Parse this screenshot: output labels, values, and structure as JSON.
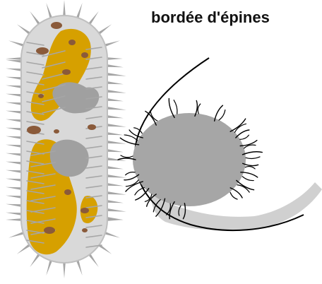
{
  "caption": "bordée d'épines",
  "colors": {
    "cell_body": "#d9d9d9",
    "cell_outline": "#bfbfbf",
    "spine": "#a6a6a6",
    "gold_region": "#d6a000",
    "grey_region": "#a0a0a0",
    "granule": "#8a5a3a",
    "round_body": "#a6a6a6",
    "outline": "#000000",
    "light_band": "#d0d0d0"
  },
  "icons": {
    "left_figure": "spiny-cell-illustration",
    "right_figure": "spiny-round-body-illustration"
  }
}
